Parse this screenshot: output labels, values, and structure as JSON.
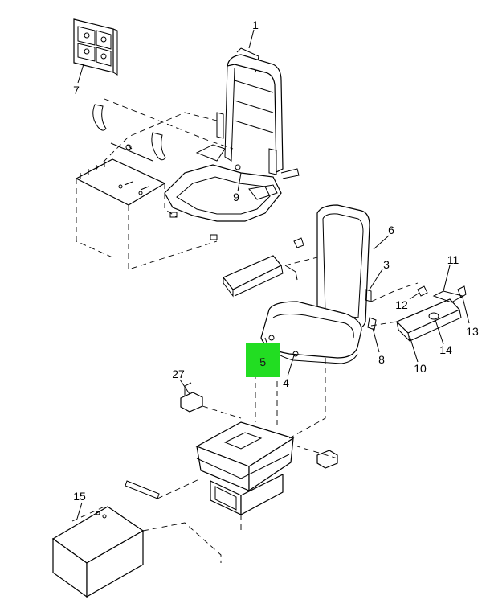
{
  "diagram": {
    "part_callouts": [
      "1",
      "3",
      "4",
      "6",
      "7",
      "8",
      "9",
      "10",
      "11",
      "12",
      "13",
      "14",
      "15",
      "27"
    ],
    "highlighted_callout": {
      "number": "5",
      "color": "#22dd22"
    }
  }
}
